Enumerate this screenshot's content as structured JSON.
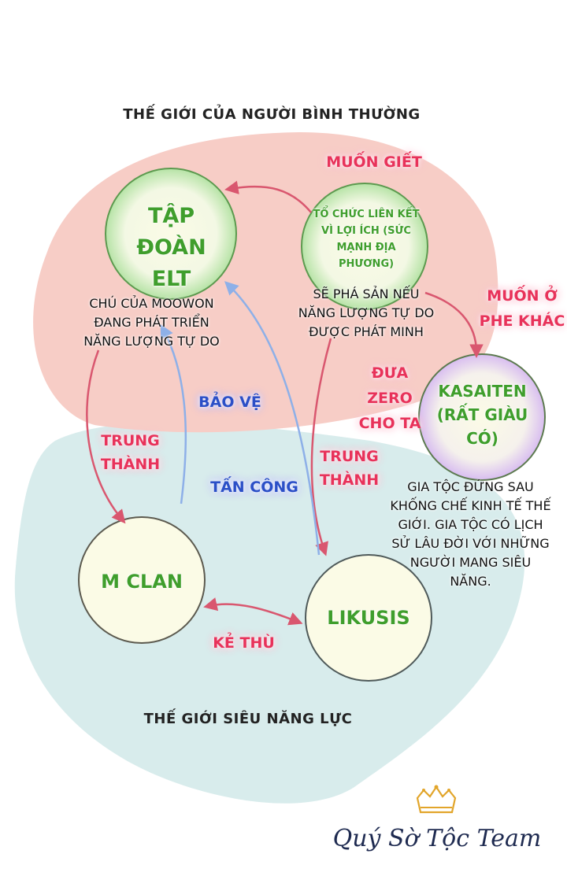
{
  "worlds": {
    "normal": "THẾ GIỚI CỦA NGƯỜI BÌNH THƯỜNG",
    "super": "THẾ GIỚI SIÊU NĂNG LỰC"
  },
  "nodes": {
    "elt": "TẬP ĐOÀN\nELT",
    "org": "TỔ CHỨC LIÊN KẾT\nVÌ LỢI ÍCH (SỨC\nMẠNH ĐỊA\nPHƯƠNG)",
    "kasaiten": "KASAITEN\n(RẤT GIÀU\nCÓ)",
    "mclan": "M CLAN",
    "likusis": "LIKUSIS"
  },
  "relations": {
    "muon_giet": "MUỐN GIẾT",
    "muon_o_phe_khac": "MUỐN Ở\nPHE KHÁC",
    "dua_zero": "ĐƯA ZERO\nCHO TA",
    "bao_ve": "BẢO VỆ",
    "trung_thanh_left": "TRUNG\nTHÀNH",
    "tan_cong": "TẤN CÔNG",
    "trung_thanh_right": "TRUNG\nTHÀNH",
    "ke_thu": "KẺ THÙ"
  },
  "descriptions": {
    "elt": "CHÚ CỦA MOOWON\nĐANG PHÁT TRIỂN\nNĂNG LƯỢNG TỰ DO",
    "org": "SẼ PHÁ SẢN NẾU\nNĂNG LƯỢNG TỰ DO\nĐƯỢC PHÁT MINH",
    "kasaiten": "GIA TỘC ĐỨNG SAU\nKHỐNG CHẾ KINH TẾ THẾ\nGIỚI. GIA TỘC CÓ LỊCH\nSỬ LÂU ĐỜI VỚI NHỮNG\nNGƯỜI MANG SIÊU\nNĂNG."
  },
  "team": "Quý Sờ Tộc Team",
  "colors": {
    "normal_world": "#f7cdc6",
    "super_world": "#d8ecec",
    "node_fill": "#fbfbe6",
    "node_glow": "#7fd36e",
    "kasaiten_glow": "#c9a8e8",
    "red_arrow": "#d9576f",
    "blue_arrow": "#8eb0e8"
  }
}
